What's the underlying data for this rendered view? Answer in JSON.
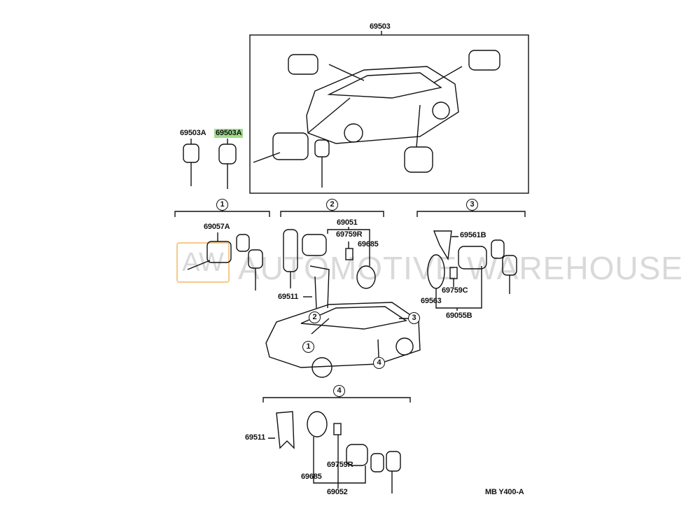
{
  "watermark": {
    "logo": "AW",
    "text": "AUTOMOTIVE WAREHOUSE"
  },
  "top_assembly": {
    "label": "69503"
  },
  "keys": [
    {
      "label": "69503A",
      "highlighted": false
    },
    {
      "label": "69503A",
      "highlighted": true,
      "highlight_color": "#9fdc8c"
    }
  ],
  "groups": [
    {
      "id": "1",
      "parts": [
        "69057A"
      ]
    },
    {
      "id": "2",
      "parts": [
        "69051",
        "69759R",
        "69685",
        "69511"
      ]
    },
    {
      "id": "3",
      "parts": [
        "69561B",
        "69759C",
        "69563",
        "69055B"
      ]
    },
    {
      "id": "4",
      "parts": [
        "69511",
        "69685",
        "69759R",
        "69052"
      ]
    }
  ],
  "car_callouts": [
    "2",
    "3",
    "1",
    "4"
  ],
  "diagram_code": "MB Y400-A"
}
